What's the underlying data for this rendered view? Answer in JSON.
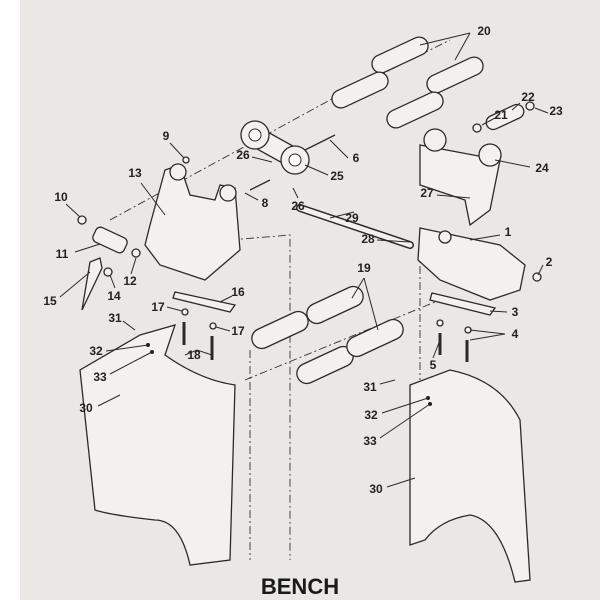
{
  "title": "BENCH",
  "callouts": [
    "20",
    "21",
    "22",
    "23",
    "9",
    "26",
    "6",
    "13",
    "25",
    "24",
    "8",
    "26",
    "27",
    "10",
    "29",
    "28",
    "1",
    "2",
    "11",
    "19",
    "12",
    "14",
    "15",
    "16",
    "3",
    "17",
    "17",
    "31",
    "4",
    "32",
    "18",
    "33",
    "5",
    "30",
    "31",
    "32",
    "33",
    "30"
  ]
}
